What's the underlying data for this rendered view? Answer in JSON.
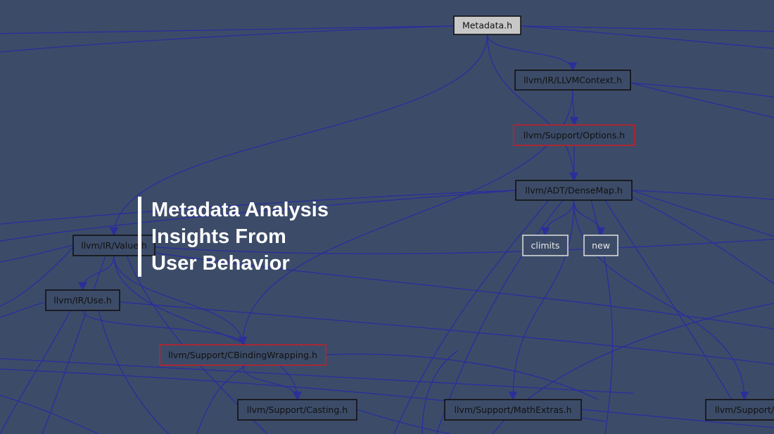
{
  "overlay": {
    "title_lines": [
      "Metadata Analysis",
      "Insights From",
      "User Behavior"
    ]
  },
  "colors": {
    "background": "#3c4c68",
    "edge": "#2a2f9a",
    "node_fill": "#3c4c68",
    "root_fill": "#c8c8c8",
    "highlight_border": "#c21f2a",
    "light_border": "#d8d8d8"
  },
  "graph": {
    "nodes": [
      {
        "id": "metadata",
        "label": "Metadata.h",
        "style": "root"
      },
      {
        "id": "llvmcontext",
        "label": "llvm/IR/LLVMContext.h",
        "style": "normal"
      },
      {
        "id": "options",
        "label": "llvm/Support/Options.h",
        "style": "highlight"
      },
      {
        "id": "densemap",
        "label": "llvm/ADT/DenseMap.h",
        "style": "normal"
      },
      {
        "id": "climits",
        "label": "climits",
        "style": "light"
      },
      {
        "id": "new",
        "label": "new",
        "style": "light"
      },
      {
        "id": "value",
        "label": "llvm/IR/Value.h",
        "style": "normal"
      },
      {
        "id": "use",
        "label": "llvm/IR/Use.h",
        "style": "normal"
      },
      {
        "id": "cbinding",
        "label": "llvm/Support/CBindingWrapping.h",
        "style": "highlight"
      },
      {
        "id": "casting",
        "label": "llvm/Support/Casting.h",
        "style": "normal"
      },
      {
        "id": "mathextras",
        "label": "llvm/Support/MathExtras.h",
        "style": "normal"
      },
      {
        "id": "support_partial",
        "label": "llvm/Support/",
        "style": "normal"
      }
    ],
    "edges": [
      [
        "metadata",
        "llvmcontext"
      ],
      [
        "metadata",
        "densemap"
      ],
      [
        "metadata",
        "value"
      ],
      [
        "llvmcontext",
        "options"
      ],
      [
        "llvmcontext",
        "cbinding"
      ],
      [
        "options",
        "densemap"
      ],
      [
        "densemap",
        "climits"
      ],
      [
        "densemap",
        "new"
      ],
      [
        "densemap",
        "mathextras"
      ],
      [
        "densemap",
        "support_partial"
      ],
      [
        "value",
        "use"
      ],
      [
        "value",
        "cbinding"
      ],
      [
        "value",
        "casting"
      ],
      [
        "use",
        "cbinding"
      ],
      [
        "cbinding",
        "casting"
      ]
    ]
  }
}
